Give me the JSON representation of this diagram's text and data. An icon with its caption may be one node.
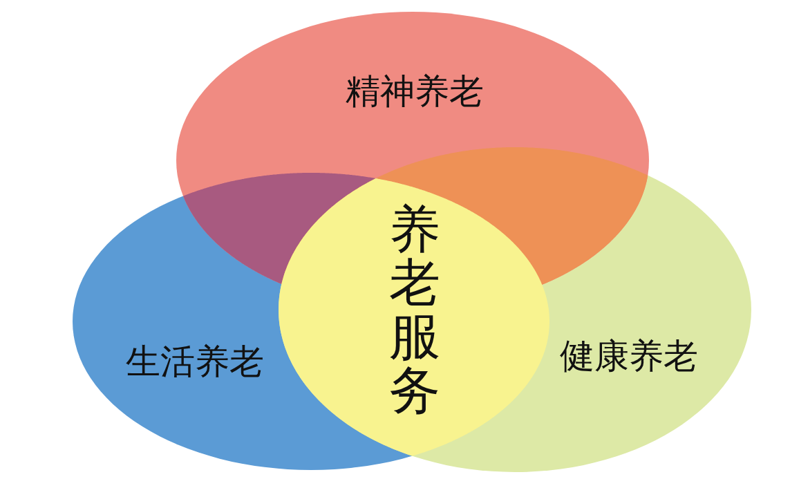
{
  "diagram": {
    "nodes": [
      {
        "text": [
          "精神养老"
        ]
      },
      {
        "text": [
          "生活养老"
        ]
      },
      {
        "text": [
          "健康养老"
        ]
      },
      {
        "text": [
          "养老服务"
        ]
      }
    ]
  }
}
